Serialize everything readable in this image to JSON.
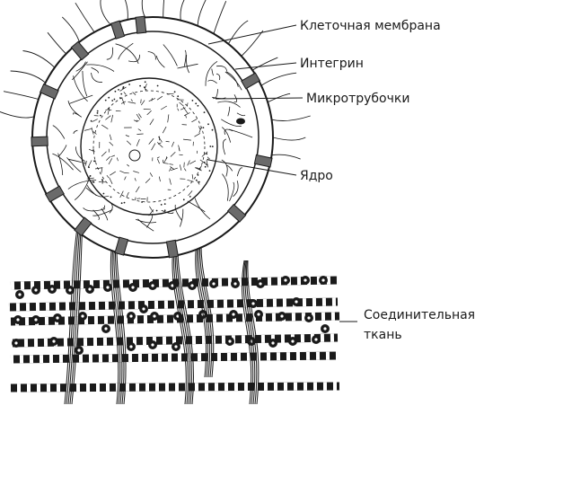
{
  "labels": {
    "membrane": "Клеточная мембрана",
    "integrin": "Интегрин",
    "microtubules": "Микротрубочки",
    "nucleus": "Ядро",
    "tissue_line1": "Соединительная",
    "tissue_line2": "ткань"
  },
  "colors": {
    "ink": "#1a1a1a",
    "background": "#ffffff"
  }
}
